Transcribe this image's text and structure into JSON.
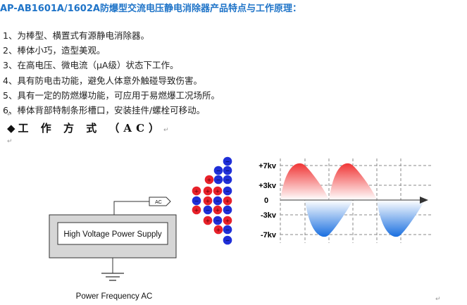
{
  "document": {
    "title": "AP-AB1601A/1602A防爆型交流电压静电消除器产品特点与工作原理：",
    "features": [
      "1、为棒型、横置式有源静电消除器。",
      "2、棒体小巧，造型美观。",
      "3、在高电压、微电流（μA级）状态下工作。",
      "4、具有防电击功能，避免人体意外触碰导致伤害。",
      "5、具有一定的防燃爆功能，可应用于易燃爆工况场所。",
      "6、棒体背部特制条形槽口，安装挂件/螺栓可移动。"
    ],
    "section_bullet": "◆",
    "section_heading": "工 作 方 式 （AC）",
    "return_mark": "↵"
  },
  "circuit": {
    "power_supply_label": "High Voltage Power Supply",
    "ac_tag": "AC",
    "ground_caption": "Power Frequency AC"
  },
  "ions": {
    "plus_symbol": "+",
    "minus_symbol": "−",
    "positive_color": "#e8212a",
    "negative_color": "#1f2fd8"
  },
  "waveform": {
    "y_labels": [
      "+7kv",
      "+3kv",
      "0",
      "-3kv",
      "-7kv"
    ],
    "positive_color": "#f03535",
    "negative_color": "#1a6fe0"
  }
}
